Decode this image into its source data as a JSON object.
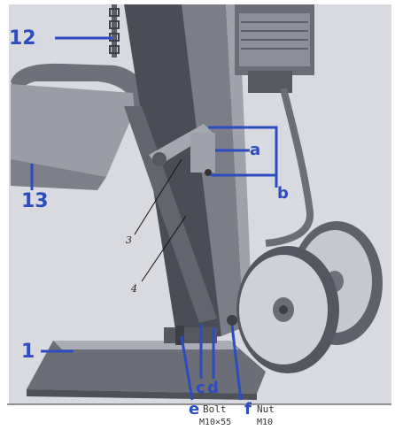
{
  "callouts": {
    "c12": "12",
    "c13": "13",
    "c1": "1",
    "a": "a",
    "b": "b",
    "c": "c",
    "d": "d",
    "e": "e",
    "f": "f"
  },
  "refs": {
    "r3": "3",
    "r4": "4"
  },
  "parts": {
    "bolt_label": "Bolt",
    "bolt_size": "M10×55",
    "nut_label": "Nut",
    "nut_size": "M10"
  },
  "colors": {
    "callout": "#2b4dbf",
    "background": "#d9dbe0",
    "machine_dark": "#4a4d55",
    "machine_mid": "#8a8d96",
    "machine_light": "#b9bcc4"
  }
}
